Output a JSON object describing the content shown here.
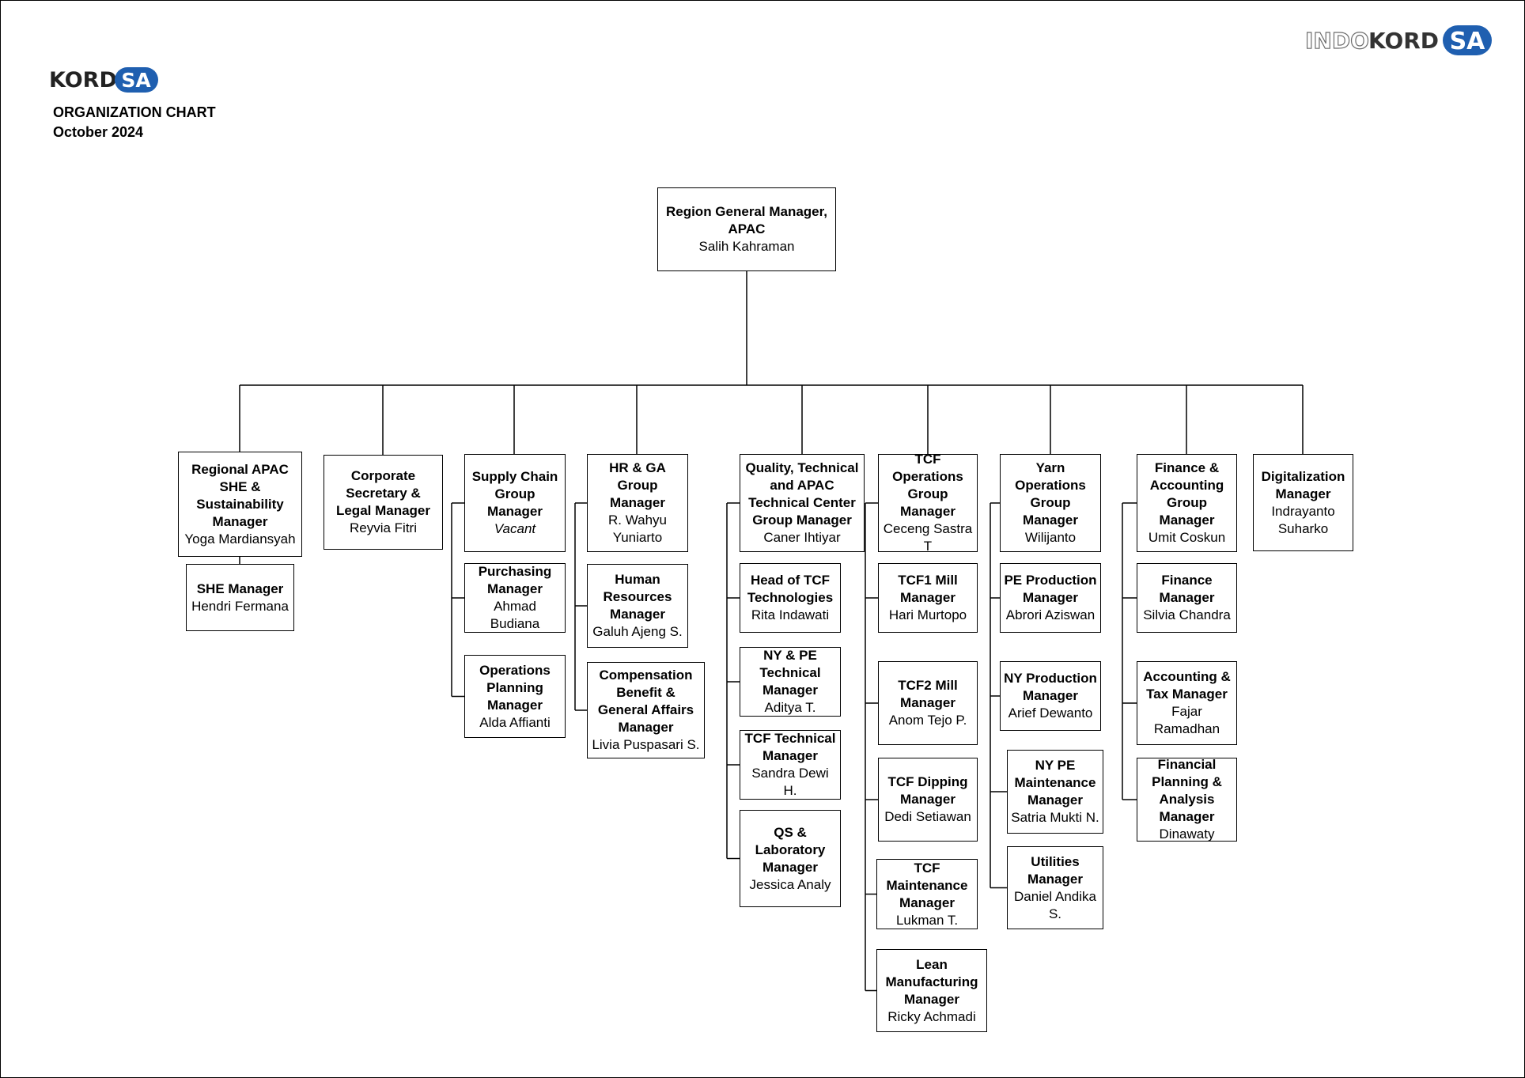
{
  "logos": {
    "left_text": "KORD",
    "left_badge": "SA",
    "right_text_light": "INDO",
    "right_text_bold": "KORD",
    "right_badge": "SA",
    "brand_blue": "#1f5fb0"
  },
  "header": {
    "title": "ORGANIZATION CHART",
    "date": "October 2024"
  },
  "root": {
    "role": "Region General Manager, APAC",
    "name": "Salih Kahraman"
  },
  "columns": [
    {
      "head": {
        "role": "Regional APAC SHE & Sustainability Manager",
        "name": "Yoga Mardiansyah"
      },
      "reports": [
        {
          "role": "SHE Manager",
          "name": "Hendri Fermana"
        }
      ]
    },
    {
      "head": {
        "role": "Corporate Secretary & Legal Manager",
        "name": "Reyvia Fitri"
      },
      "reports": []
    },
    {
      "head": {
        "role": "Supply Chain Group Manager",
        "name": "Vacant",
        "vacant": true
      },
      "reports": [
        {
          "role": "Purchasing Manager",
          "name": "Ahmad Budiana"
        },
        {
          "role": "Operations Planning Manager",
          "name": "Alda Affianti"
        }
      ]
    },
    {
      "head": {
        "role": "HR & GA Group Manager",
        "name": "R. Wahyu Yuniarto"
      },
      "reports": [
        {
          "role": "Human Resources Manager",
          "name": "Galuh Ajeng S."
        },
        {
          "role": "Compensation Benefit & General Affairs Manager",
          "name": "Livia Puspasari S."
        }
      ]
    },
    {
      "head": {
        "role": "Quality, Technical and APAC Technical Center Group Manager",
        "name": "Caner Ihtiyar"
      },
      "reports": [
        {
          "role": "Head of TCF Technologies",
          "name": "Rita Indawati"
        },
        {
          "role": "NY & PE Technical Manager",
          "name": "Aditya T."
        },
        {
          "role": "TCF Technical Manager",
          "name": "Sandra Dewi H."
        },
        {
          "role": "QS & Laboratory Manager",
          "name": "Jessica Analy"
        }
      ]
    },
    {
      "head": {
        "role": "TCF Operations Group Manager",
        "name": "Ceceng Sastra T"
      },
      "reports": [
        {
          "role": "TCF1 Mill Manager",
          "name": "Hari Murtopo"
        },
        {
          "role": "TCF2 Mill Manager",
          "name": "Anom Tejo P."
        },
        {
          "role": "TCF Dipping Manager",
          "name": "Dedi Setiawan"
        },
        {
          "role": "TCF Maintenance Manager",
          "name": "Lukman T."
        },
        {
          "role": "Lean Manufacturing Manager",
          "name": "Ricky Achmadi"
        }
      ]
    },
    {
      "head": {
        "role": "Yarn Operations Group Manager",
        "name": "Wilijanto"
      },
      "reports": [
        {
          "role": "PE Production Manager",
          "name": "Abrori Aziswan"
        },
        {
          "role": "NY Production Manager",
          "name": "Arief Dewanto"
        },
        {
          "role": "NY PE Maintenance Manager",
          "name": "Satria Mukti N."
        },
        {
          "role": "Utilities Manager",
          "name": "Daniel Andika S."
        }
      ]
    },
    {
      "head": {
        "role": "Finance & Accounting Group Manager",
        "name": "Umit Coskun"
      },
      "reports": [
        {
          "role": "Finance Manager",
          "name": "Silvia Chandra"
        },
        {
          "role": "Accounting & Tax Manager",
          "name": "Fajar Ramadhan"
        },
        {
          "role": "Financial Planning & Analysis Manager",
          "name": "Dinawaty"
        }
      ]
    },
    {
      "head": {
        "role": "Digitalization Manager",
        "name": "Indrayanto Suharko"
      },
      "reports": []
    }
  ]
}
